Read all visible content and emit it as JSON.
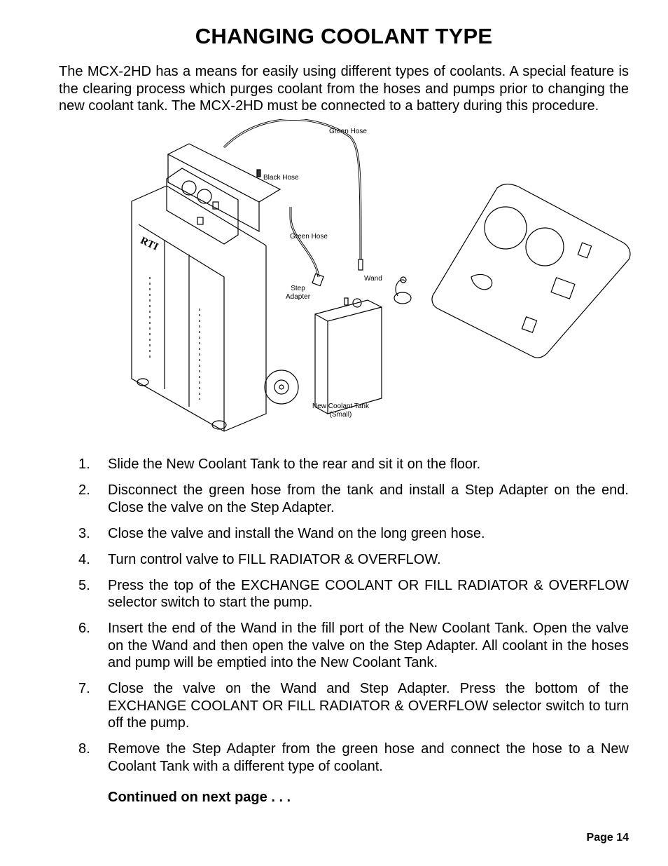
{
  "title": "CHANGING COOLANT TYPE",
  "intro": "The MCX-2HD has a means for easily using different types of coolants. A special feature is the clearing process which purges coolant from the hoses and pumps prior to changing the new coolant tank. The MCX-2HD must be connected to a battery during this procedure.",
  "figure": {
    "labels": {
      "green_hose_top": "Green Hose",
      "black_hose": "Black Hose",
      "green_hose_mid": "Green Hose",
      "step_adapter": "Step\nAdapter",
      "wand": "Wand",
      "tank": "New Coolant Tank\n(Small)",
      "logo": "RTI"
    }
  },
  "steps": [
    {
      "num": "1.",
      "text": "Slide the New Coolant Tank to the rear and sit it on the floor."
    },
    {
      "num": "2.",
      "text": "Disconnect the green hose from the tank and install a Step Adapter on the end. Close the valve on the Step Adapter."
    },
    {
      "num": "3.",
      "text": "Close the valve and install the Wand on the long green hose."
    },
    {
      "num": "4.",
      "text": "Turn control valve to FILL RADIATOR & OVERFLOW."
    },
    {
      "num": "5.",
      "text": "Press the top of the EXCHANGE COOLANT OR FILL RADIATOR & OVERFLOW selector switch to start the pump."
    },
    {
      "num": "6.",
      "text": "Insert the end of the Wand in the fill port of the New Coolant Tank. Open the valve on the Wand and then open the valve on the Step Adapter. All coolant in the hoses and pump will be emptied into the New Coolant Tank."
    },
    {
      "num": "7.",
      "text": "Close the valve on the Wand and Step Adapter. Press the bottom of the EXCHANGE COOLANT OR FILL RADIATOR & OVERFLOW selector switch to turn off the pump."
    },
    {
      "num": "8.",
      "text": "Remove the Step Adapter from the green hose and connect the hose to a New Coolant Tank with a different type of coolant."
    }
  ],
  "continued": "Continued on next page . . .",
  "page_number": "Page 14"
}
